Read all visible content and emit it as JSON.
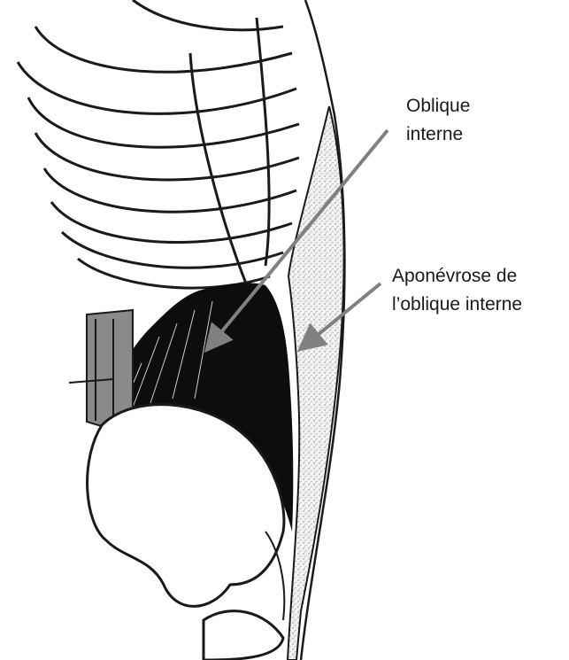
{
  "labels": {
    "oblique_interne": {
      "line1": "Oblique",
      "line2": "interne"
    },
    "aponevrose": {
      "line1": "Aponévrose de",
      "line2": "l’oblique interne"
    }
  },
  "colors": {
    "ink": "#1a1a1a",
    "muscle": "#0d0d0d",
    "arrow": "#808080",
    "background": "#ffffff"
  }
}
